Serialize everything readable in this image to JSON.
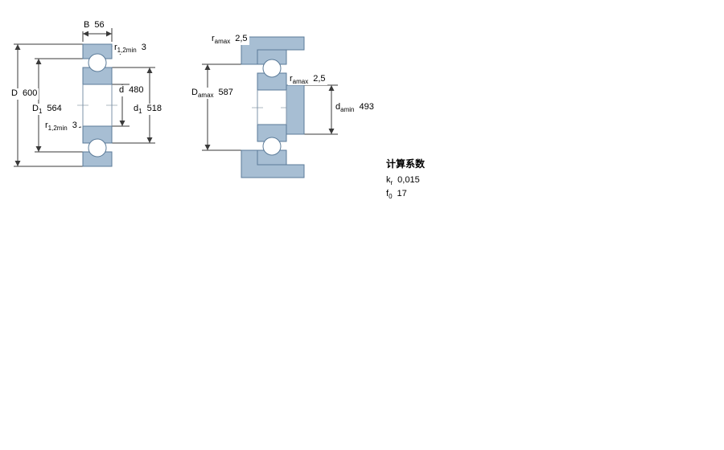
{
  "colors": {
    "ring_fill": "#a7bed3",
    "outline": "#5b7b99",
    "dimension_line": "#3a3a3a",
    "background": "#ffffff"
  },
  "left_view": {
    "B": {
      "main": "B",
      "sub": "",
      "value": "56"
    },
    "r12_top": {
      "main": "r",
      "sub": "1,2min",
      "value": "3"
    },
    "d": {
      "main": "d",
      "sub": "",
      "value": "480"
    },
    "d1": {
      "main": "d",
      "sub": "1",
      "value": "518"
    },
    "D": {
      "main": "D",
      "sub": "",
      "value": "600"
    },
    "D1": {
      "main": "D",
      "sub": "1",
      "value": "564"
    },
    "r12_left": {
      "main": "r",
      "sub": "1,2min",
      "value": "3"
    }
  },
  "right_view": {
    "ra_top": {
      "main": "r",
      "sub": "amax",
      "value": "2,5"
    },
    "ra_mid": {
      "main": "r",
      "sub": "amax",
      "value": "2,5"
    },
    "Da": {
      "main": "D",
      "sub": "amax",
      "value": "587"
    },
    "da": {
      "main": "d",
      "sub": "amin",
      "value": "493"
    }
  },
  "calculation_factors": {
    "heading": "计算系数",
    "kr": {
      "main": "k",
      "sub": "r",
      "value": "0,015"
    },
    "f0": {
      "main": "f",
      "sub": "0",
      "value": "17"
    }
  }
}
